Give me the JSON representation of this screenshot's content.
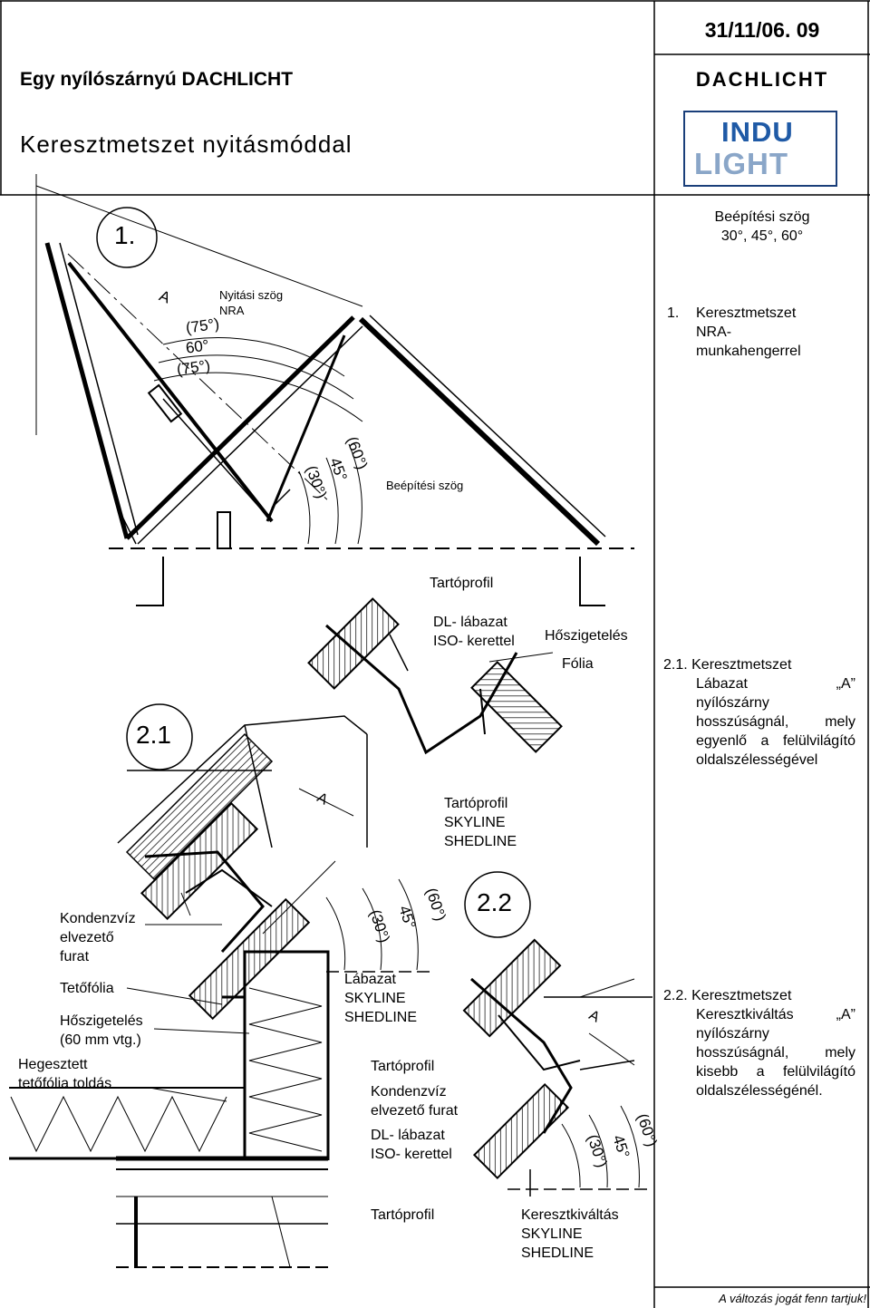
{
  "header": {
    "code": "31/11/06. 09",
    "title": "Egy nyílószárnyú DACHLICHT",
    "subtitle": "Keresztmetszet nyitásmóddal",
    "brand": "DACHLICHT",
    "logo_line1": "INDU",
    "logo_line2": "LIGHT"
  },
  "sidebar": {
    "angles_label": "Beépítési szög",
    "angles_values": "30°, 45°, 60°",
    "sec1_num": "1.",
    "sec1_line1": "Keresztmetszet",
    "sec1_line2": "NRA-",
    "sec1_line3": "munkahengerrel",
    "sec21_line1": "2.1. Keresztmetszet",
    "sec21_line2": "Lábazat „A”",
    "sec21_line3": "nyílószárny",
    "sec21_line4": "hosszúságnál, mely",
    "sec21_line5": "egyenlő a felülvilágító",
    "sec21_line6": "oldalszélességével",
    "sec22_line1": "2.2. Keresztmetszet",
    "sec22_line2": "Keresztkiváltás „A”",
    "sec22_line3": "nyílószárny",
    "sec22_line4": "hosszúságnál, mely",
    "sec22_line5": "kisebb a felülvilágító",
    "sec22_line6": "oldalszélességénél."
  },
  "drawing1": {
    "marker": "1.",
    "open_angle_l1": "Nyitási szög",
    "open_angle_l2": "NRA",
    "a75a": "(75°)",
    "a60": "60°",
    "a75b": "(75°)",
    "inst_30": "(30°)",
    "inst_45": "45°",
    "inst_60": "(60°)",
    "dim_a": "A",
    "install_label": "Beépítési szög",
    "support_label": "Tartóprofil"
  },
  "drawing21": {
    "marker": "2.1",
    "dl_l1": "DL- lábazat",
    "dl_l2": "ISO- kerettel",
    "insulation": "Hőszigetelés",
    "foil": "Fólia",
    "dim_a": "A",
    "support_l1": "Tartóprofil",
    "support_l2": "SKYLINE",
    "support_l3": "SHEDLINE",
    "condensate_l1": "Kondenzvíz",
    "condensate_l2": "elvezető",
    "condensate_l3": "furat",
    "roof_foil": "Tetőfólia",
    "insul_l1": "Hőszigetelés",
    "insul_l2": "(60 mm vtg.)",
    "weld_l1": "Hegesztett",
    "weld_l2": "tetőfólia toldás",
    "a30": "(30°)",
    "a45": "45°",
    "a60": "(60°)"
  },
  "drawing22": {
    "marker": "2.2",
    "base_l1": "Lábazat",
    "base_l2": "SKYLINE",
    "base_l3": "SHEDLINE",
    "support": "Tartóprofil",
    "cond_l1": "Kondenzvíz",
    "cond_l2": "elvezető furat",
    "dl_l1": "DL- lábazat",
    "dl_l2": "ISO- kerettel",
    "support2": "Tartóprofil",
    "cross_l1": "Keresztkiváltás",
    "cross_l2": "SKYLINE",
    "cross_l3": "SHEDLINE",
    "dim_a": "A",
    "a30": "(30°)",
    "a45": "45°",
    "a60": "(60°)"
  },
  "footer": "A változás jogát fenn tartjuk!"
}
